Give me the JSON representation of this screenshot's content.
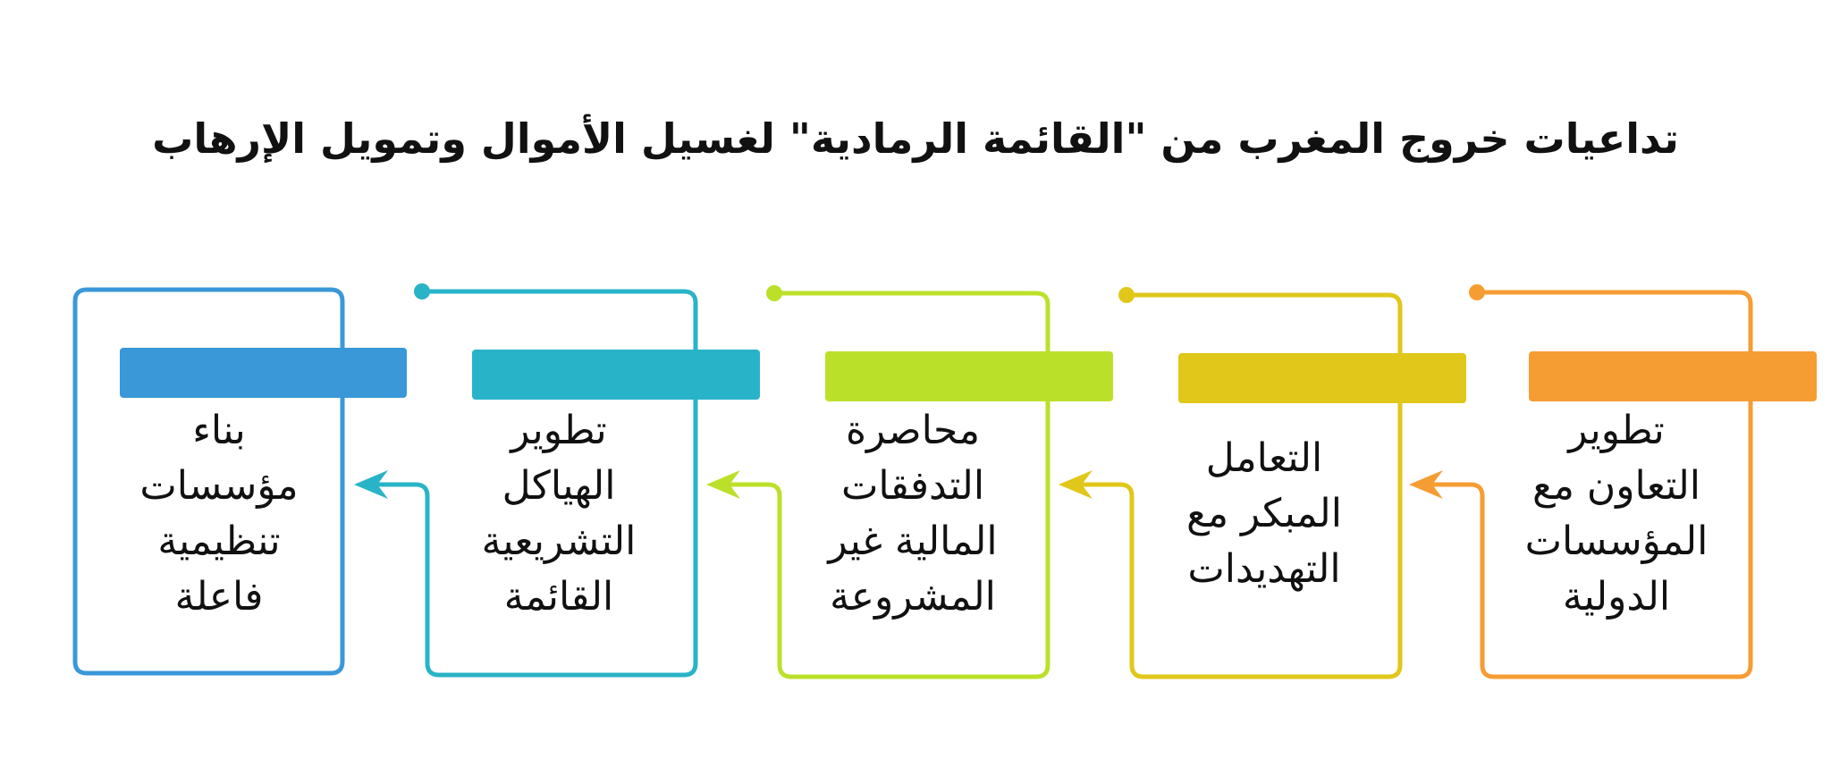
{
  "title": "تداعيات خروج المغرب من \"القائمة الرمادية\" لغسيل الأموال وتمويل الإرهاب",
  "steps": [
    {
      "label": "تطوير\nالتعاون مع\nالمؤسسات\nالدولية",
      "color": "#F59D33"
    },
    {
      "label": "التعامل\nالمبكر مع\nالتهديدات",
      "color": "#E1C71A"
    },
    {
      "label": "محاصرة\nالتدفقات\nالمالية غير\nالمشروعة",
      "color": "#BBE02A"
    },
    {
      "label": "تطوير\nالهياكل\nالتشريعية\nالقائمة",
      "color": "#29B3C8"
    },
    {
      "label": "بناء\nمؤسسات\nتنظيمية\nفاعلة",
      "color": "#3A98D9"
    }
  ]
}
